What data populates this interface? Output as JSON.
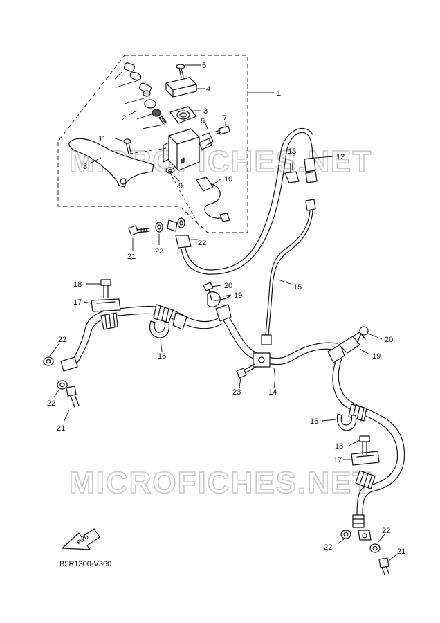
{
  "watermark": "MICROFICHES.NET",
  "diagram_code": "B5R1300-V360",
  "fwd_label": "FWD",
  "callouts": {
    "c1": "1",
    "c2": "2",
    "c3": "3",
    "c4": "4",
    "c5": "5",
    "c6": "6",
    "c7": "7",
    "c8": "8",
    "c9": "9",
    "c10": "10",
    "c11": "11",
    "c12": "12",
    "c13": "13",
    "c14": "14",
    "c15": "15",
    "c16a": "16",
    "c16b": "16",
    "c17a": "17",
    "c17b": "17",
    "c18a": "18",
    "c18b": "18",
    "c19a": "19",
    "c19b": "19",
    "c20a": "20",
    "c20b": "20",
    "c21a": "21",
    "c21b": "21",
    "c21c": "21",
    "c22a": "22",
    "c22b": "22",
    "c22c": "22",
    "c22d": "22",
    "c22e": "22",
    "c22f": "22",
    "c23": "23"
  }
}
